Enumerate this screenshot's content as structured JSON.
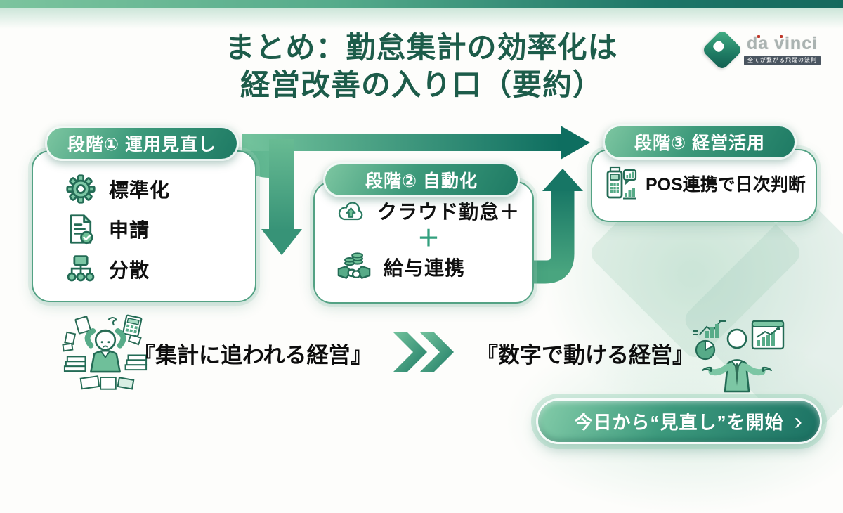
{
  "title": {
    "line1": "まとめ：勤怠集計の効率化は",
    "line2": "経営改善の入り口（要約）"
  },
  "logo": {
    "name": "da vinci",
    "tagline": "全てが繋がる飛躍の法則"
  },
  "stages": [
    {
      "label": "段階① 運用見直し",
      "items": [
        {
          "icon": "gear-icon",
          "label": "標準化"
        },
        {
          "icon": "document-check-icon",
          "label": "申請"
        },
        {
          "icon": "org-chart-icon",
          "label": "分散"
        }
      ]
    },
    {
      "label": "段階② 自動化",
      "connector": "＋",
      "items": [
        {
          "icon": "cloud-upload-icon",
          "label": "クラウド勤怠＋"
        },
        {
          "icon": "handshake-coins-icon",
          "label": "給与連携"
        }
      ]
    },
    {
      "label": "段階③ 経営活用",
      "items": [
        {
          "icon": "pos-terminal-icon",
          "label": "POS連携で日次判断"
        }
      ]
    }
  ],
  "transformation": {
    "before": "『集計に追われる経営』",
    "after": "『数字で動ける経営』"
  },
  "cta": {
    "label": "今日から“見直し”を開始",
    "chevron": "›"
  },
  "colors": {
    "title_green": "#1d5c4a",
    "accent_dark": "#0e6e60",
    "accent": "#2e8e71",
    "accent_light": "#7cc6a4",
    "cta_gradient_start": "#85cdaa",
    "cta_gradient_end": "#1b7163"
  }
}
